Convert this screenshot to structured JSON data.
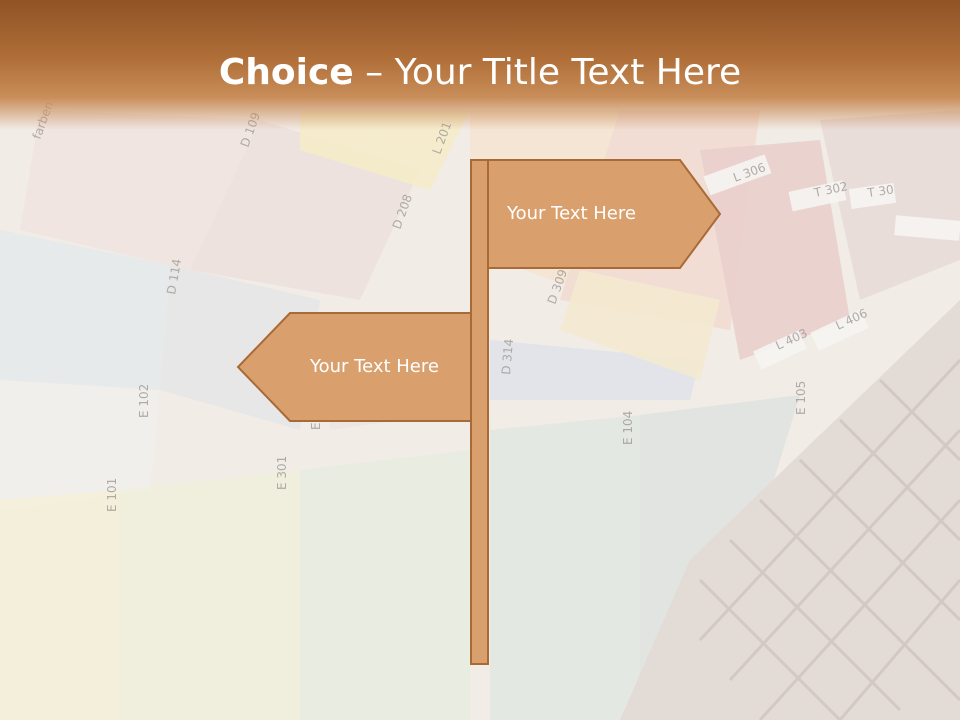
{
  "slide": {
    "title_bold": "Choice",
    "title_rest": " – Your Title Text Here"
  },
  "signs": {
    "right_label": "Your Text Here",
    "left_label": "Your Text Here"
  },
  "swatch_labels": [
    "D 109",
    "L 201",
    "D 208",
    "D 114",
    "D 309",
    "D 314",
    "L 306",
    "T 302",
    "T 30",
    "L 403",
    "L 406",
    "E 102",
    "E 101",
    "E 301",
    "E 302",
    "E 104",
    "E 105",
    "farben"
  ],
  "colors": {
    "header_dark": "#8f5326",
    "header_light": "#c98e5a",
    "sign_fill": "#d9a06e",
    "sign_stroke": "#a86a36",
    "background": "#f1ece6"
  }
}
